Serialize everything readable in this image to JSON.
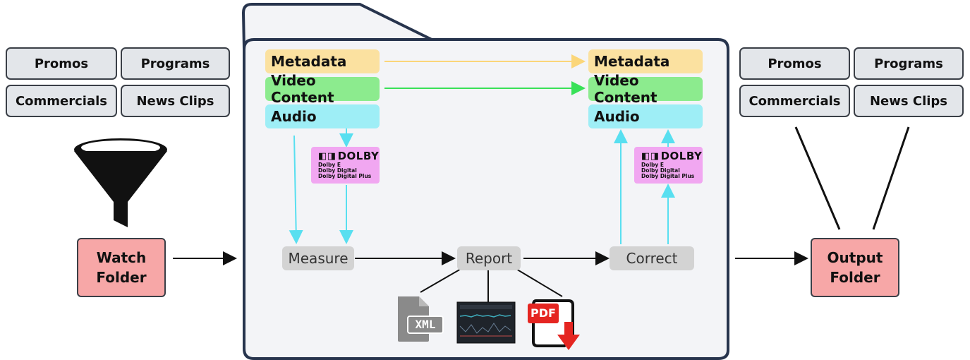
{
  "input_sources": [
    "Promos",
    "Programs",
    "Commercials",
    "News Clips"
  ],
  "watch_folder": {
    "line1": "Watch",
    "line2": "Folder"
  },
  "input_streams": {
    "metadata": "Metadata",
    "video": "Video Content",
    "audio": "Audio"
  },
  "output_streams": {
    "metadata": "Metadata",
    "video": "Video Content",
    "audio": "Audio"
  },
  "dolby": {
    "logo": "DOLBY",
    "formats": [
      "Dolby E",
      "Dolby Digital",
      "Dolby Digital Plus"
    ]
  },
  "steps": {
    "measure": "Measure",
    "report": "Report",
    "correct": "Correct"
  },
  "report_outputs": {
    "xml": "XML",
    "pdf": "PDF"
  },
  "output_folder": {
    "line1": "Output",
    "line2": "Folder"
  },
  "output_sources": [
    "Promos",
    "Programs",
    "Commercials",
    "News Clips"
  ],
  "colors": {
    "metadata": "#fbe1a0",
    "video": "#8ceb8e",
    "audio": "#9eeef6",
    "dolby": "#f1a7f1",
    "folder": "#f7a7a7",
    "tag": "#e3e6ea"
  }
}
